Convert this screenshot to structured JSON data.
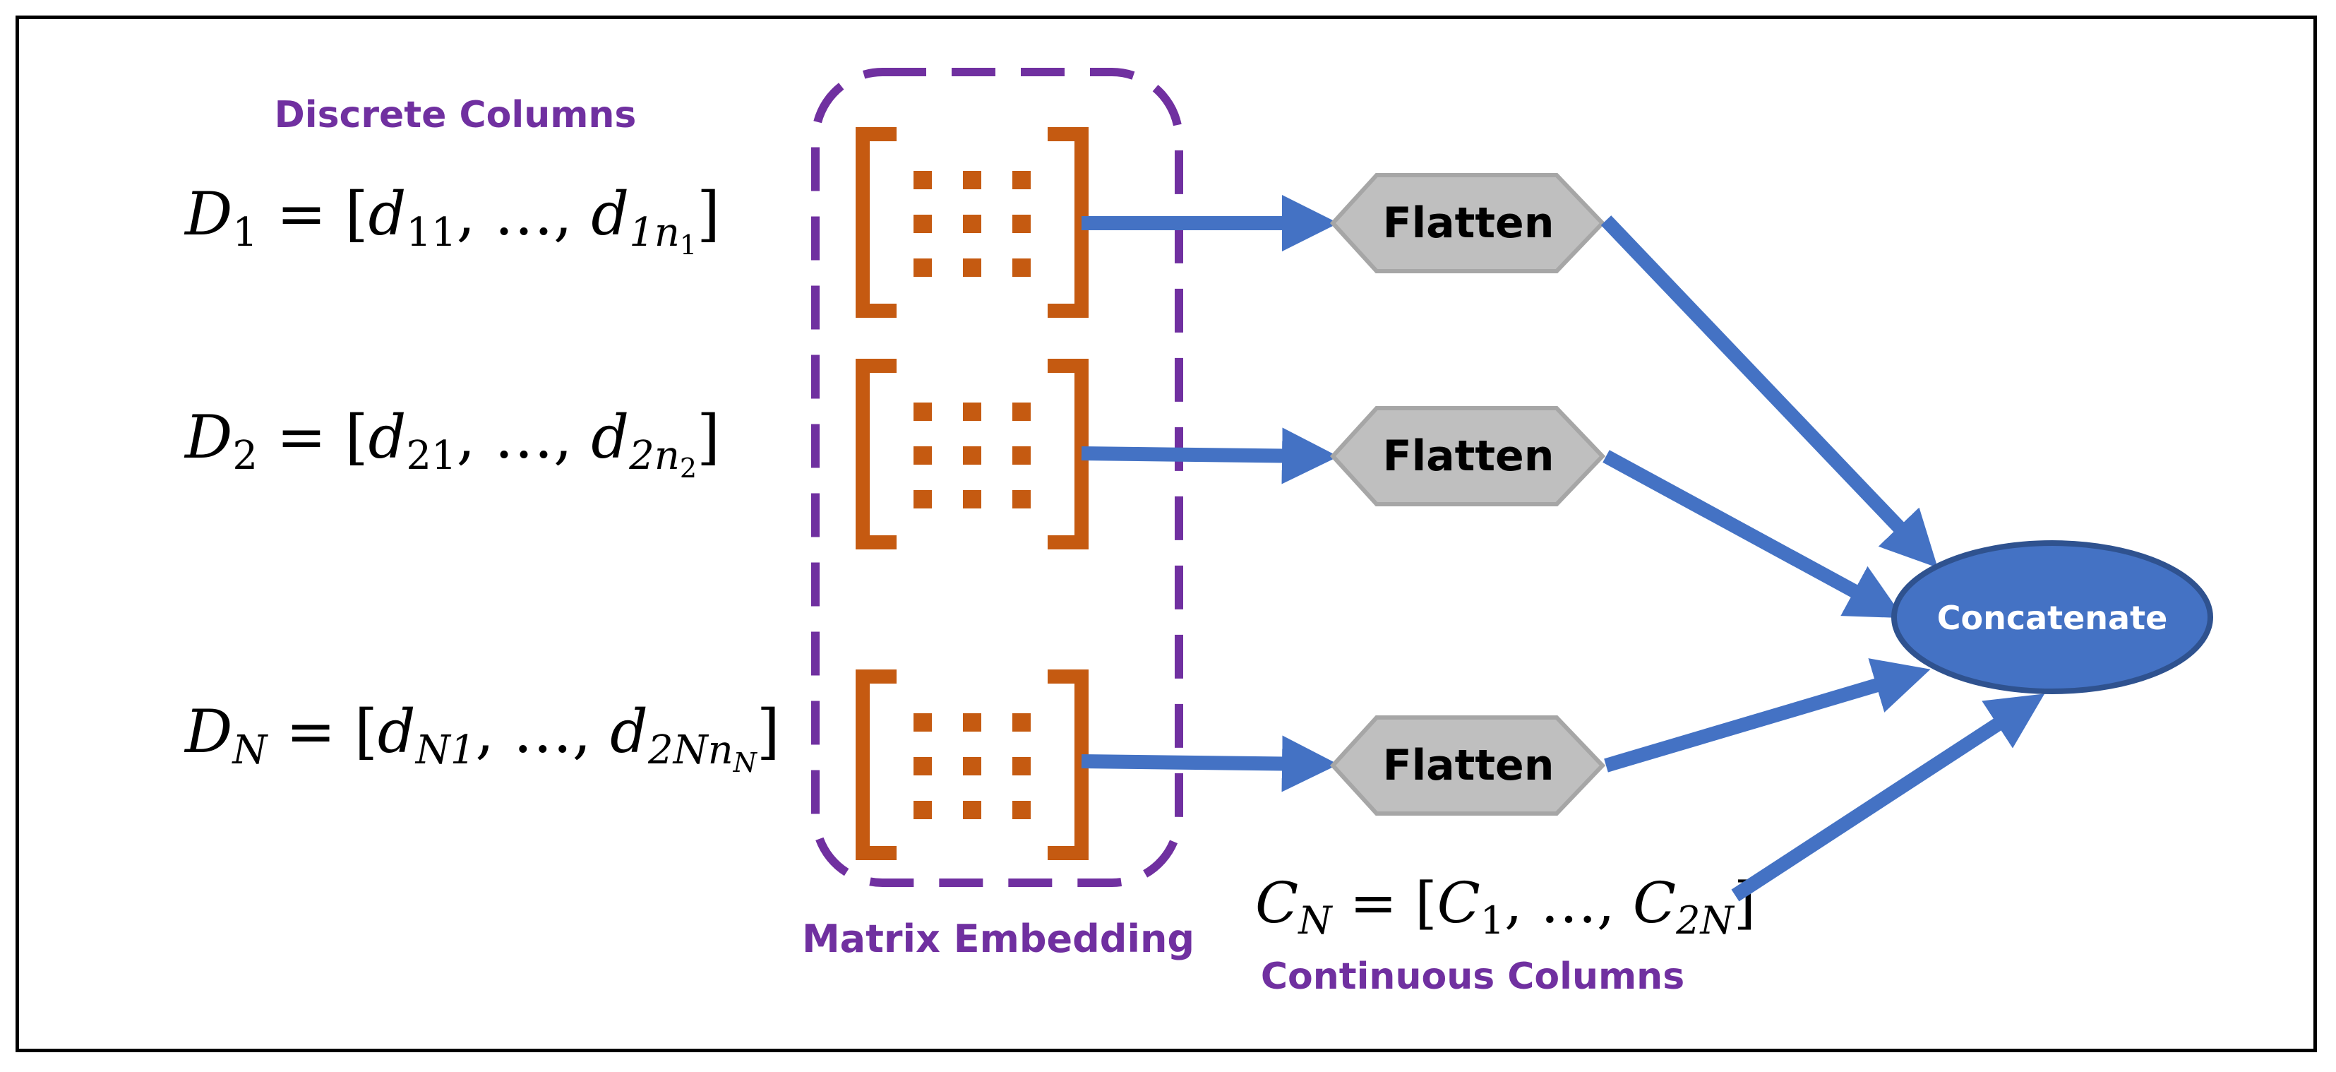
{
  "labels": {
    "discrete_columns": "Discrete Columns",
    "matrix_embedding": "Matrix Embedding",
    "continuous_columns": "Continuous Columns",
    "flatten": "Flatten",
    "concatenate": "Concatenate"
  },
  "equations": {
    "d1": {
      "lhs": "D",
      "lhs_sub": "1",
      "eq": " = [",
      "a": "d",
      "a_sub": "11",
      "mid": ", …, ",
      "b": "d",
      "b_sub": "1n",
      "b_subsub": "1",
      "close": "]"
    },
    "d2": {
      "lhs": "D",
      "lhs_sub": "2",
      "eq": " = [",
      "a": "d",
      "a_sub": "21",
      "mid": ", …, ",
      "b": "d",
      "b_sub": "2n",
      "b_subsub": "2",
      "close": "]"
    },
    "dn": {
      "lhs": "D",
      "lhs_sub": "N",
      "eq": " = [",
      "a": "d",
      "a_sub": "N1",
      "mid": ", …, ",
      "b": "d",
      "b_sub": "2Nn",
      "b_subsub": "N",
      "close": "]"
    },
    "cn": {
      "lhs": "C",
      "lhs_sub": "N",
      "eq": " = [",
      "a": "C",
      "a_sub": "1",
      "mid": ", …, ",
      "b": "C",
      "b_sub": "2N",
      "close": "]"
    }
  },
  "colors": {
    "purple": "#7030A0",
    "orange": "#C55A11",
    "arrow_blue": "#4472C4",
    "flatten_fill": "#BFBFBF",
    "flatten_stroke": "#A6A6A6",
    "ellipse_fill": "#4472C4",
    "ellipse_stroke": "#2F528F"
  }
}
